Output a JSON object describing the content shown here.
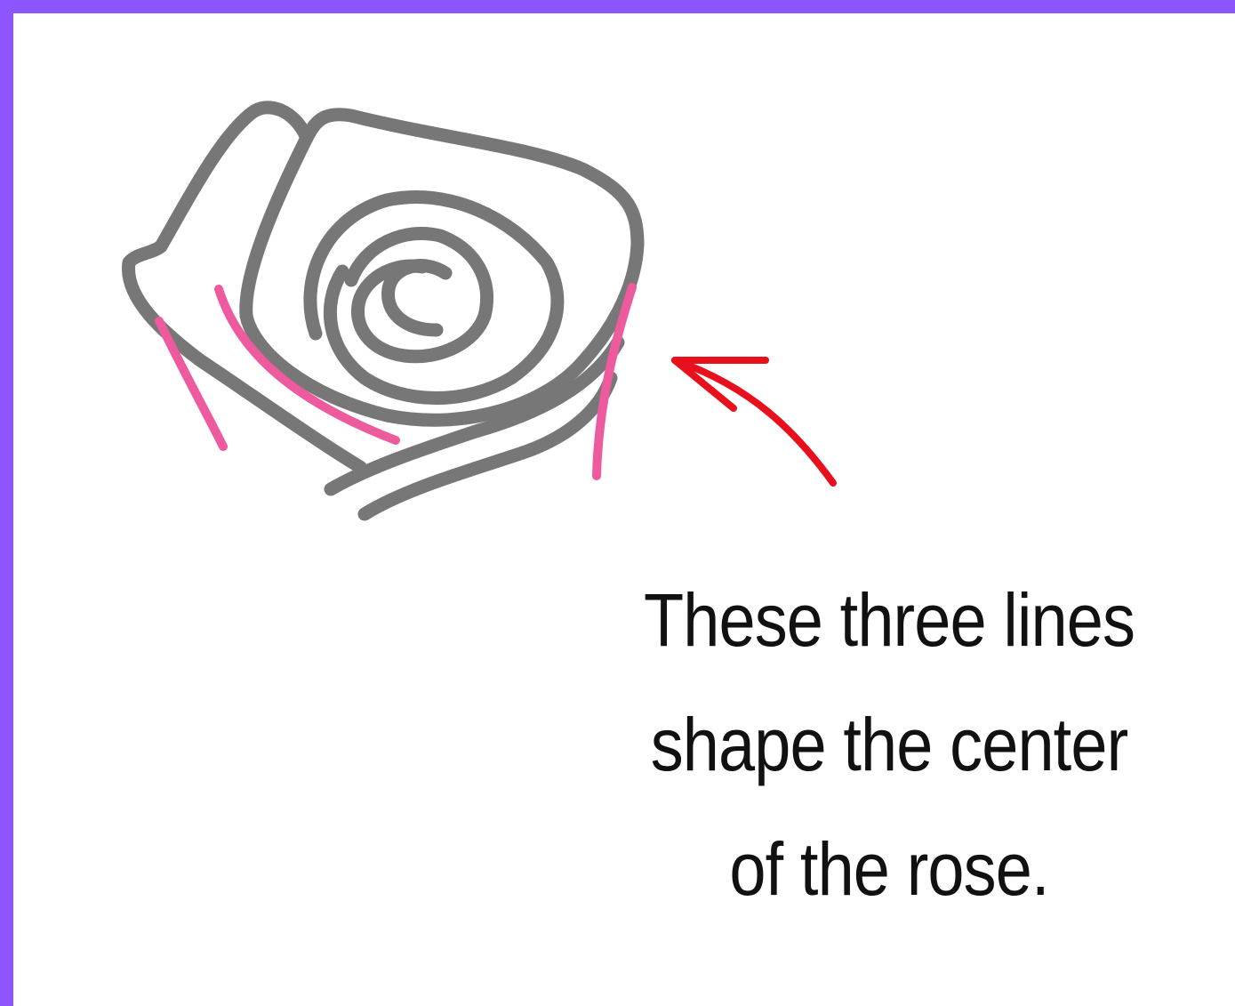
{
  "caption": {
    "line1": "These three lines",
    "line2": "shape the center",
    "line3": "of the rose."
  },
  "colors": {
    "frame": "#8c55ff",
    "background": "#ffffff",
    "rose_outline": "#777777",
    "highlight_lines": "#ee5a9e",
    "arrow": "#e8101c",
    "text": "#111111"
  },
  "icons": {
    "rose": "rose-drawing",
    "pointer": "curved-arrow-icon"
  }
}
